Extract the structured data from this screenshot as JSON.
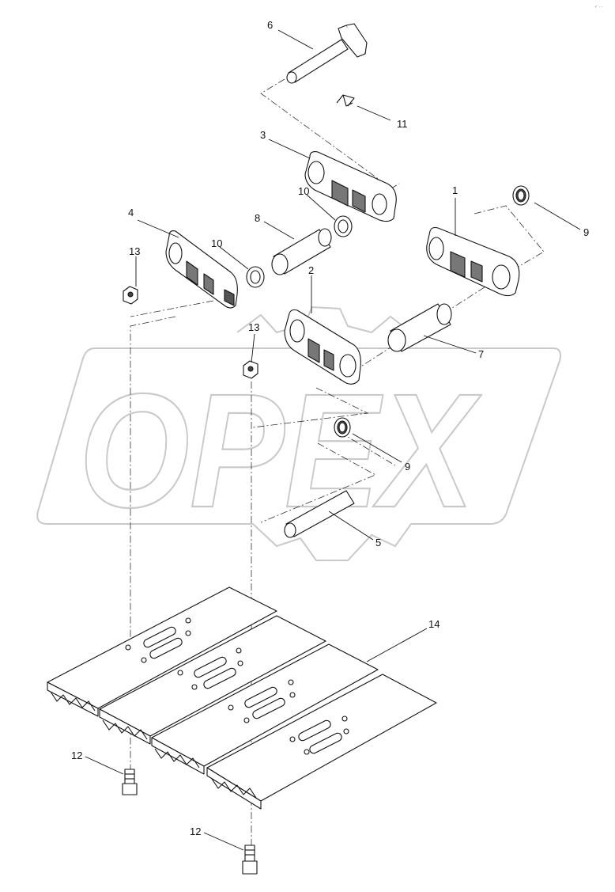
{
  "watermark": {
    "text": "OPEX",
    "color": "#c9c9c9"
  },
  "corner_mark": "✓ ···",
  "callouts": {
    "c1": "1",
    "c2": "2",
    "c3": "3",
    "c4": "4",
    "c5": "5",
    "c6": "6",
    "c7": "7",
    "c8": "8",
    "c9a": "9",
    "c9b": "9",
    "c10a": "10",
    "c10b": "10",
    "c11": "11",
    "c12a": "12",
    "c12b": "12",
    "c13a": "13",
    "c13b": "13",
    "c14": "14"
  }
}
